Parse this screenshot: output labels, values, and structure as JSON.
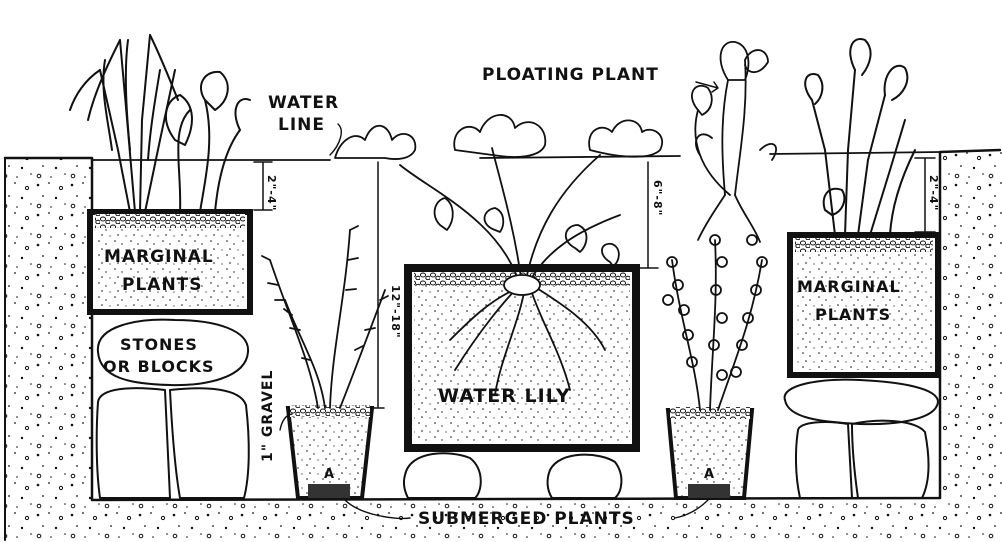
{
  "labels": {
    "floating_plant": "PLOATING PLANT",
    "water_line_1": "WATER",
    "water_line_2": "LINE",
    "marginal_left_1": "MARGINAL",
    "marginal_left_2": "PLANTS",
    "marginal_right_1": "MARGINAL",
    "marginal_right_2": "PLANTS",
    "stones_1": "STONES",
    "stones_2": "OR BLOCKS",
    "water_lily": "WATER LILY",
    "gravel": "1\" GRAVEL",
    "submerged": "SUBMERGED PLANTS",
    "pot_mark_left": "A",
    "pot_mark_right": "A"
  },
  "dimensions": {
    "marginal_left_depth": "2\"-4\"",
    "marginal_right_depth": "2\"-4\"",
    "lily_crown_depth": "6\"-8\"",
    "submerged_depth": "12\"-18\""
  }
}
